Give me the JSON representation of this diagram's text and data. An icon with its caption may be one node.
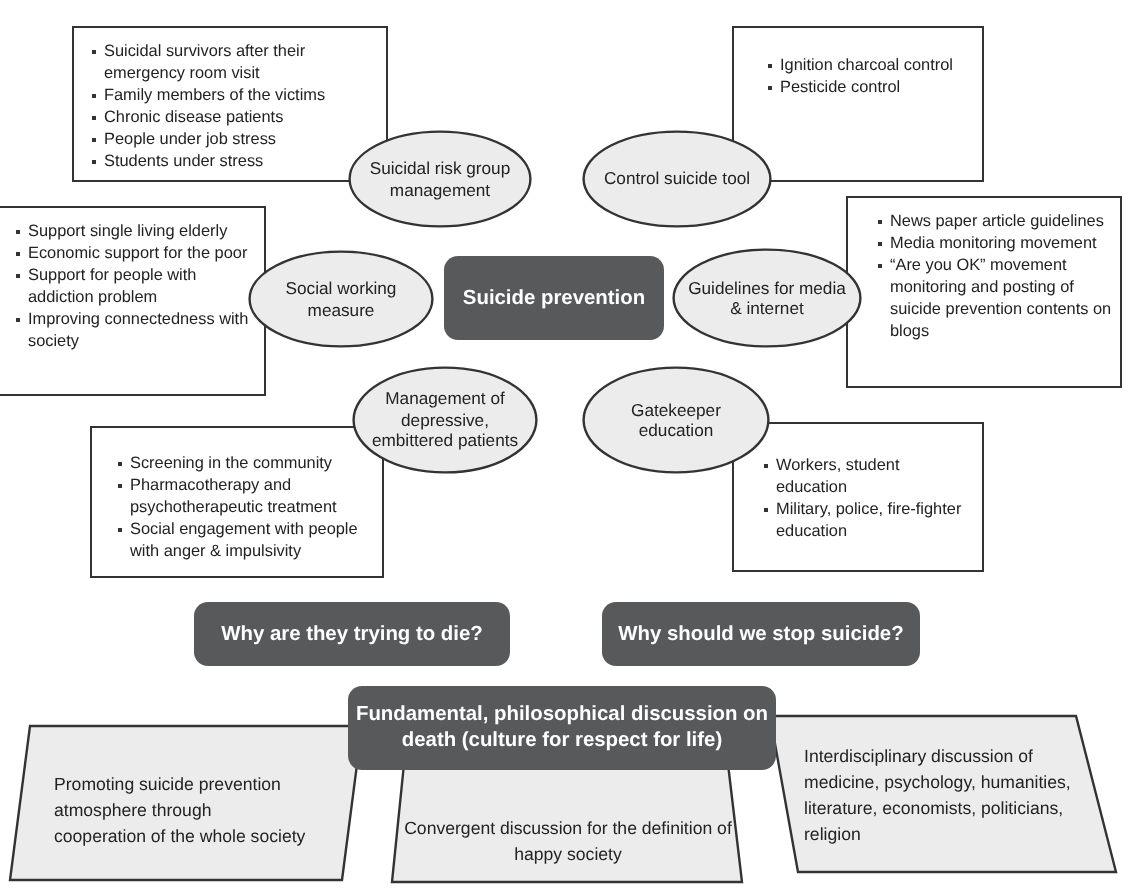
{
  "diagram": {
    "nodes": [
      {
        "text": [
          "Suicidal survivors after their emergency room visit",
          "Family members of the victims",
          "Chronic disease patients",
          "People under job stress",
          "Students  under stress"
        ]
      },
      {
        "text": [
          "Suicidal risk group management"
        ]
      },
      {
        "text": [
          "Ignition charcoal control",
          "Pesticide control"
        ]
      },
      {
        "text": [
          "Control suicide tool"
        ]
      },
      {
        "text": [
          "Support single living elderly",
          "Economic support for the poor",
          "Support for people with addiction problem",
          "Improving connectedness with society"
        ]
      },
      {
        "text": [
          "Social working measure"
        ]
      },
      {
        "text": [
          "Suicide prevention"
        ]
      },
      {
        "text": [
          "Guidelines for media & internet"
        ]
      },
      {
        "text": [
          "News paper article guidelines",
          "Media monitoring movement",
          "“Are you OK” movement monitoring and posting of suicide prevention contents on blogs"
        ]
      },
      {
        "text": [
          "Management of depressive, embittered patients"
        ]
      },
      {
        "text": [
          "Gatekeeper education"
        ]
      },
      {
        "text": [
          "Screening in the community",
          "Pharmacotherapy and psychotherapeutic treatment",
          "Social engagement with people with anger & impulsivity"
        ]
      },
      {
        "text": [
          "Workers, student education",
          "Military, police, fire-fighter education"
        ]
      },
      {
        "text": [
          "Why are they trying to die?"
        ]
      },
      {
        "text": [
          "Why should we  stop suicide?"
        ]
      },
      {
        "text": [
          "Fundamental, philosophical discussion on death (culture for respect for life)"
        ]
      },
      {
        "text": [
          "Promoting suicide prevention atmosphere through cooperation of the whole society"
        ]
      },
      {
        "text": [
          "Convergent discussion for the definition of happy society"
        ]
      },
      {
        "text": [
          "Interdisciplinary discussion of medicine, psychology, humanities, literature, economists, politicians, religion"
        ]
      }
    ]
  }
}
